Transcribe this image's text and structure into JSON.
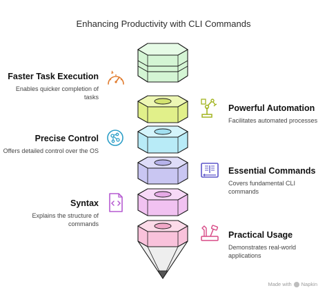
{
  "title": "Enhancing Productivity with CLI Commands",
  "items": [
    {
      "heading": "Faster Task Execution",
      "desc": "Enables quicker completion of tasks",
      "icon": "speedometer-icon"
    },
    {
      "heading": "Powerful Automation",
      "desc": "Facilitates automated processes",
      "icon": "robot-arm-icon"
    },
    {
      "heading": "Precise Control",
      "desc": "Offers detailed control over the OS",
      "icon": "gear-network-icon"
    },
    {
      "heading": "Essential Commands",
      "desc": "Covers fundamental CLI commands",
      "icon": "book-icon"
    },
    {
      "heading": "Syntax",
      "desc": "Explains the structure of commands",
      "icon": "code-file-icon"
    },
    {
      "heading": "Practical Usage",
      "desc": "Demonstrates real-world applications",
      "icon": "tools-icon"
    }
  ],
  "footer": {
    "made_with": "Made with",
    "brand": "Napkin"
  },
  "colors": {
    "green_top": "#d4f5d4",
    "green_band": "#a9e6b0",
    "lime": "#e1f08a",
    "cyan": "#b8ebf7",
    "indigo": "#c9c6f2",
    "magenta": "#f1c2f1",
    "pink": "#f9c2db",
    "pencil_tip": "#eeeeee",
    "icon_orange": "#e07a2c",
    "icon_lime": "#a2b41f",
    "icon_cyan": "#2c9ec7",
    "icon_indigo": "#5b55c9",
    "icon_magenta": "#b55ad1",
    "icon_pink": "#d84a86"
  }
}
